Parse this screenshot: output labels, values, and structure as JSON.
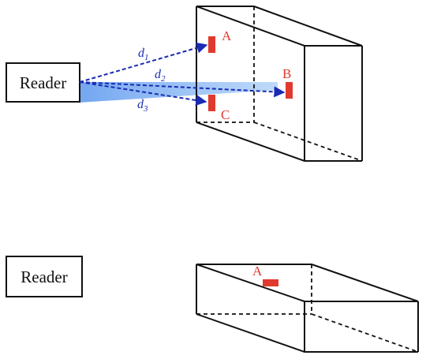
{
  "top_scene": {
    "reader_label": "Reader",
    "tags": [
      {
        "id": "A",
        "label": "A"
      },
      {
        "id": "B",
        "label": "B"
      },
      {
        "id": "C",
        "label": "C"
      }
    ],
    "distances": [
      {
        "base": "d",
        "sub": "1"
      },
      {
        "base": "d",
        "sub": "2"
      },
      {
        "base": "d",
        "sub": "3"
      }
    ]
  },
  "bottom_scene": {
    "reader_label": "Reader",
    "tags": [
      {
        "id": "A",
        "label": "A"
      }
    ]
  },
  "colors": {
    "tag": "#e03a2f",
    "signal_line": "#1a2bb3",
    "beam": "#6fa8f0",
    "outline": "#111111"
  }
}
